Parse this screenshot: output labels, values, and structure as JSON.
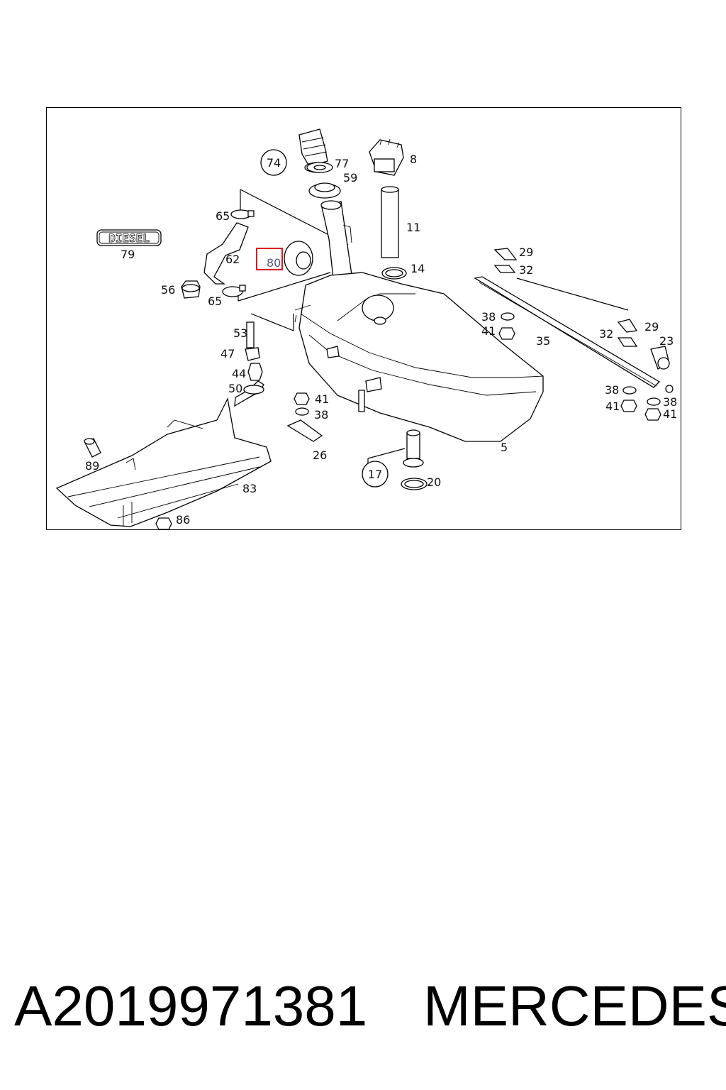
{
  "diagram": {
    "callouts": {
      "c74": "74",
      "c77": "77",
      "c59": "59",
      "c8": "8",
      "c65a": "65",
      "c65b": "65",
      "c62": "62",
      "c80": "80",
      "c11": "11",
      "c14": "14",
      "c29a": "29",
      "c32a": "32",
      "c79": "79",
      "c56": "56",
      "c53": "53",
      "c47": "47",
      "c44": "44",
      "c50": "50",
      "c38a": "38",
      "c41a": "41",
      "c35": "35",
      "c32b": "32",
      "c29b": "29",
      "c23": "23",
      "c38b": "38",
      "c41b": "41",
      "c38c": "38",
      "c41c": "41",
      "c41d": "41",
      "c38d": "38",
      "c26": "26",
      "c5": "5",
      "c17": "17",
      "c20": "20",
      "c89": "89",
      "c83": "83",
      "c86": "86"
    },
    "diesel_badge": "DIESEL",
    "highlight_color": "#e0141e",
    "highlight_text_color": "#5a5a8a"
  },
  "footer": {
    "part_number": "A2019971381",
    "brand": "MERCEDES"
  }
}
